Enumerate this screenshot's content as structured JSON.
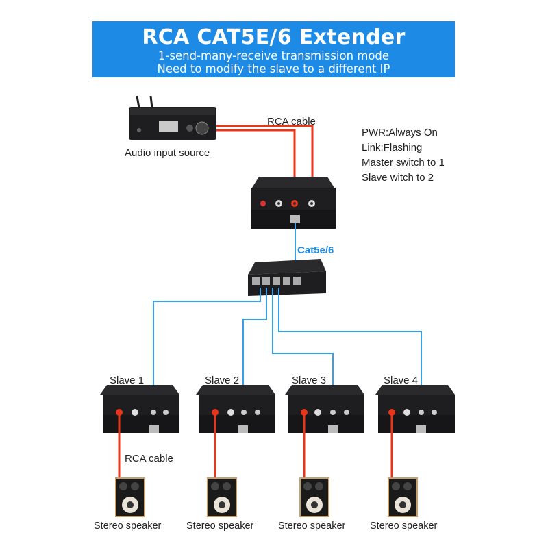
{
  "banner": {
    "title": "RCA CAT5E/6 Extender",
    "line1": "1-send-many-receive transmission mode",
    "line2": "Need to modify the slave to a different IP"
  },
  "source": {
    "label": "Audio input source"
  },
  "cables": {
    "rca_top": "RCA cable",
    "rca_bottom": "RCA cable",
    "cat": "Cat5e/6"
  },
  "notes": [
    "PWR:Always On",
    "Link:Flashing",
    "Master switch to 1",
    "Slave witch to 2"
  ],
  "slaves": [
    {
      "label": "Slave 1",
      "speaker": "Stereo speaker"
    },
    {
      "label": "Slave 2",
      "speaker": "Stereo speaker"
    },
    {
      "label": "Slave 3",
      "speaker": "Stereo speaker"
    },
    {
      "label": "Slave 4",
      "speaker": "Stereo speaker"
    }
  ],
  "colors": {
    "banner": "#1d8ae6",
    "rca": "#e8361c",
    "cat": "#3aa0e6",
    "device": "#1e1e20"
  }
}
